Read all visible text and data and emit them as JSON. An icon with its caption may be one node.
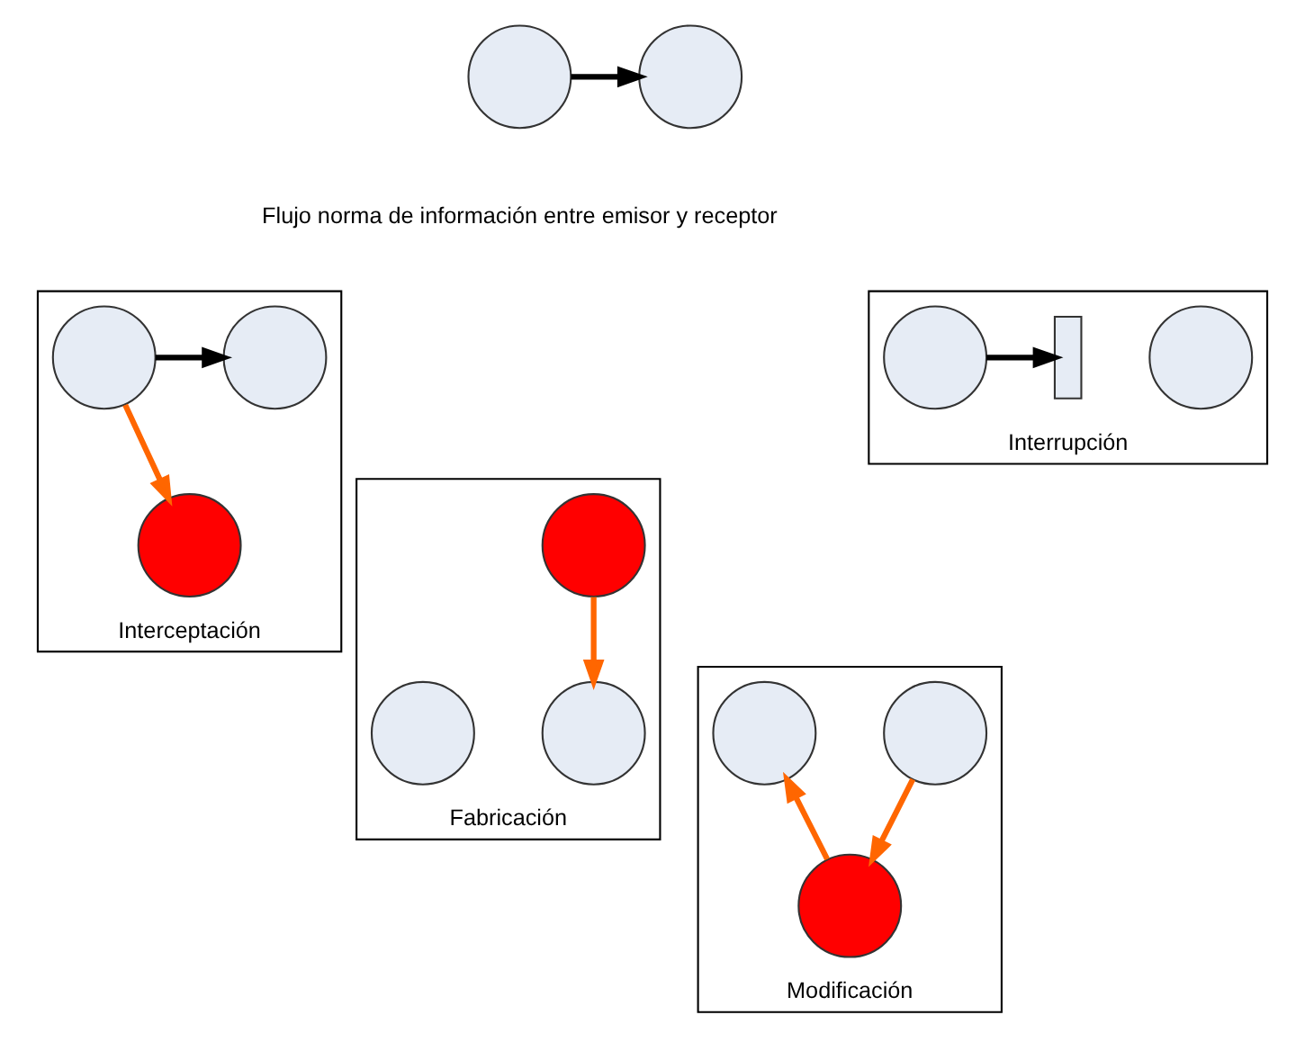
{
  "diagram": {
    "nodes": [
      {
        "text": [],
        "shape": "circle"
      },
      {
        "text": [],
        "shape": "circle"
      },
      {
        "text": [
          "Interrupción"
        ]
      },
      {
        "text": [],
        "shape": "circle",
        "in": 2
      },
      {
        "text": [],
        "shape": "bar",
        "in": 2
      },
      {
        "text": [],
        "shape": "circle",
        "in": 2
      },
      {
        "text": [
          "Interceptación"
        ]
      },
      {
        "text": [],
        "shape": "circle",
        "in": 6
      },
      {
        "text": [],
        "shape": "circle",
        "in": 6
      },
      {
        "text": [],
        "shape": "circle",
        "in": 6
      },
      {
        "text": [
          "Modificación"
        ]
      },
      {
        "text": [],
        "shape": "circle",
        "in": 10
      },
      {
        "text": [],
        "shape": "circle",
        "in": 10
      },
      {
        "text": [],
        "shape": "circle",
        "in": 10
      },
      {
        "text": [
          "Fabricación"
        ]
      },
      {
        "text": [],
        "shape": "circle",
        "in": 14
      },
      {
        "text": [],
        "shape": "circle",
        "in": 14
      },
      {
        "text": [],
        "shape": "circle",
        "in": 14
      }
    ],
    "edges": [
      {
        "from": 0,
        "to": 1,
        "arrow": "to",
        "color": "#000000"
      },
      {
        "from": 3,
        "to": 4,
        "arrow": "to",
        "color": "#000000"
      },
      {
        "from": 7,
        "to": 8,
        "arrow": "to",
        "color": "#000000"
      },
      {
        "from": 7,
        "to": 9,
        "arrow": "to",
        "color": "#ff6600"
      },
      {
        "from": 11,
        "to": 12,
        "arrow": "to",
        "color": "#ff6600"
      },
      {
        "from": 12,
        "to": 13,
        "arrow": "to",
        "color": "#ff6600"
      },
      {
        "from": 17,
        "to": 16,
        "arrow": "to",
        "color": "#ff6600"
      }
    ],
    "labels": [
      "Flujo norma de información entre emisor y receptor"
    ]
  }
}
